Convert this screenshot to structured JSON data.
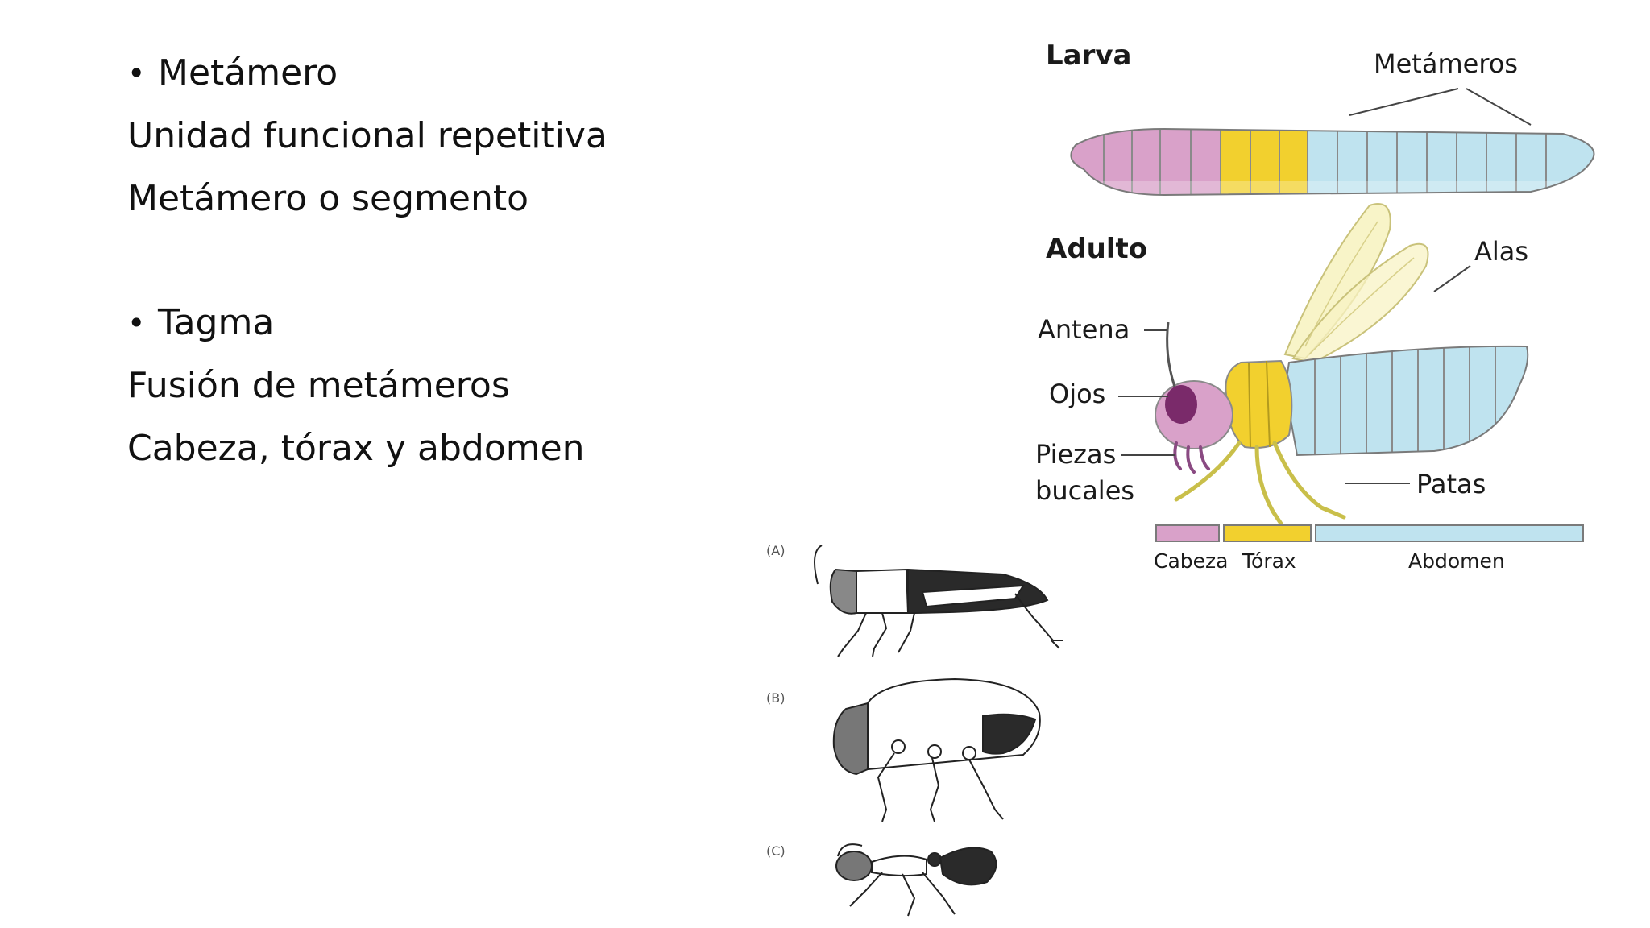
{
  "text_block": {
    "item1": {
      "bullet": "•",
      "heading": "Metámero",
      "lines": [
        "Unidad funcional repetitiva",
        "Metámero o segmento"
      ]
    },
    "item2": {
      "bullet": "•",
      "heading": "Tagma",
      "lines": [
        "Fusión de metámeros",
        "Cabeza, tórax y abdomen"
      ]
    }
  },
  "insect_figure": {
    "larva_title": "Larva",
    "metameros_label": "Metámeros",
    "adulto_title": "Adulto",
    "labels": {
      "antena": "Antena",
      "ojos": "Ojos",
      "piezas_1": "Piezas",
      "piezas_2": "bucales",
      "alas": "Alas",
      "patas": "Patas"
    },
    "tagma_bar": {
      "cabeza": "Cabeza",
      "torax": "Tórax",
      "abdomen": "Abdomen"
    },
    "colors": {
      "cabeza": "#d9a1c9",
      "torax": "#f2d02e",
      "abdomen": "#bfe3ef",
      "outline": "#7a7a7a"
    }
  },
  "insect_comparison": {
    "labels": [
      "(A)",
      "(B)",
      "(C)"
    ]
  }
}
